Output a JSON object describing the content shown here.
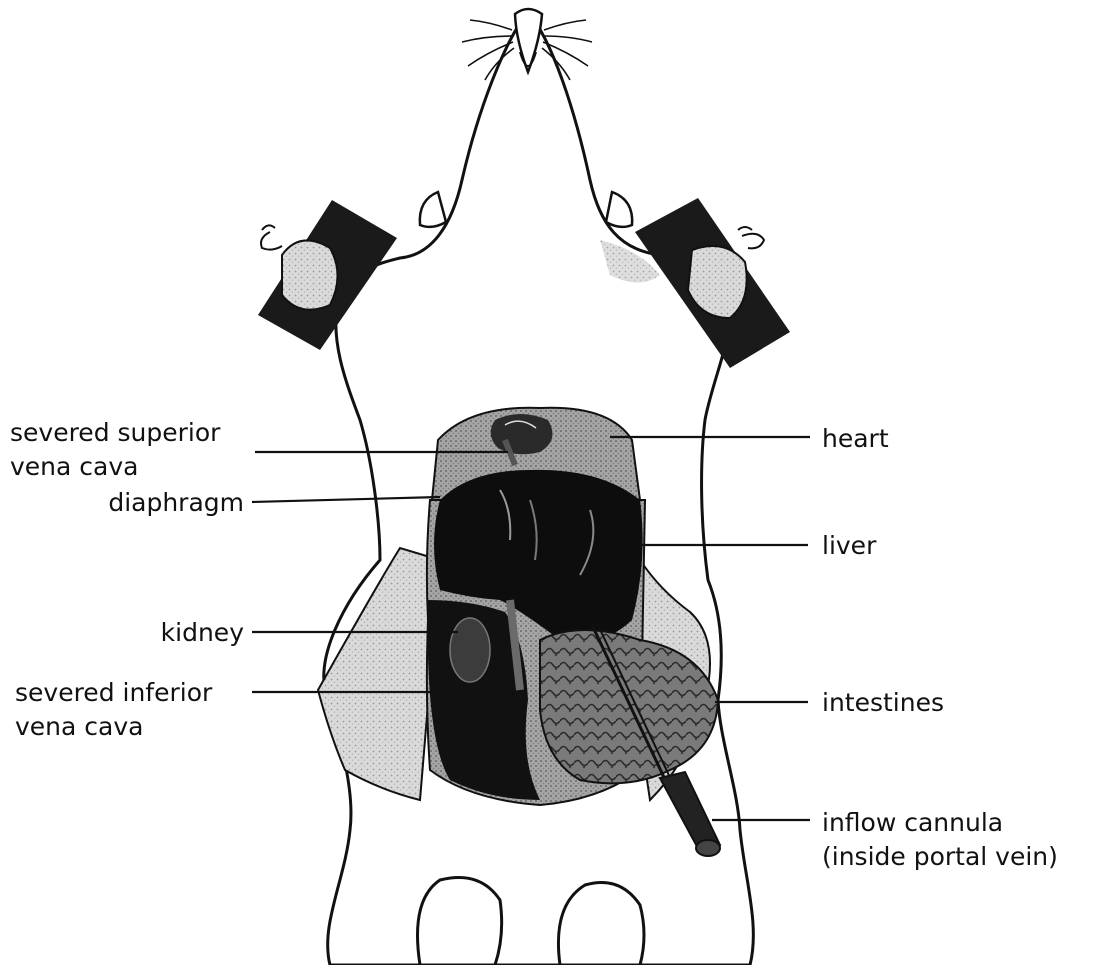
{
  "labels": {
    "left": {
      "superior_vena_cava_line1": "severed superior",
      "superior_vena_cava_line2": "vena cava",
      "diaphragm": "diaphragm",
      "kidney": "kidney",
      "inferior_vena_cava_line1": "severed inferior",
      "inferior_vena_cava_line2": "vena cava"
    },
    "right": {
      "heart": "heart",
      "liver": "liver",
      "intestines": "intestines",
      "cannula_line1": "inflow cannula",
      "cannula_line2": "(inside portal vein)"
    }
  },
  "colors": {
    "ink": "#111111",
    "organ_dark": "#0d0d0d",
    "cavity_gray": "#8a8a8a",
    "skin_gray": "#d4d4d4",
    "tape": "#1a1a1a",
    "intestine": "#6e6e6e"
  }
}
